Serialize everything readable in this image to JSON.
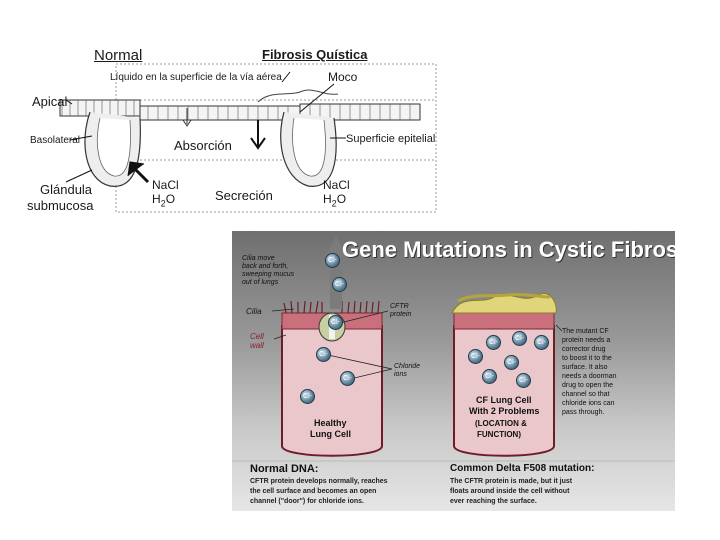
{
  "top_diagram": {
    "title_normal": "Normal",
    "title_cf": "Fibrosis Quística",
    "liquid_label": "Líquido en la superficie de la vía aérea",
    "mucus_label": "Moco",
    "apical_label": "Apical",
    "basolateral_label": "Basolateral",
    "absorption_label": "Absorción",
    "epithelial_label": "Superficie epitelial",
    "gland_label_line1": "Glándula",
    "gland_label_line2": "submucosa",
    "nacl_left": "NaCl",
    "h2o_left": "H",
    "h2o_left_sub": "2",
    "h2o_left_end": "O",
    "secretion_label": "Secreción",
    "nacl_right": "NaCl",
    "h2o_right": "H",
    "h2o_right_sub": "2",
    "h2o_right_end": "O"
  },
  "bottom_diagram": {
    "title": "Gene Mutations in Cystic Fibrosis",
    "cilia_note": [
      "Cilia move",
      "back and forth,",
      "sweeping mucus",
      "out of lungs"
    ],
    "cilia_label": "Cilia",
    "cell_wall_label": [
      "Cell",
      "wall"
    ],
    "cftr_label": [
      "CFTR",
      "protein"
    ],
    "chloride_label": [
      "Chloride",
      "ions"
    ],
    "healthy_label": [
      "Healthy",
      "Lung Cell"
    ],
    "cf_cell_label": [
      "CF Lung Cell",
      "With 2 Problems",
      "(LOCATION &",
      "FUNCTION)"
    ],
    "mutant_note": [
      "The mutant CF",
      "protein needs a",
      "corrector drug",
      "to boost it to the",
      "surface. It also",
      "needs a doorman",
      "drug to open the",
      "channel so that",
      "chloride ions can",
      "pass through."
    ],
    "normal_dna_title": "Normal DNA:",
    "normal_dna_text": [
      "CFTR protein develops normally, reaches",
      "the cell surface and becomes an open",
      "channel (\"door\") for chloride ions."
    ],
    "delta_title": "Common Delta F508 mutation:",
    "delta_text": [
      "The CFTR protein is made, but it just",
      "floats around inside the cell without",
      "ever reaching the surface."
    ],
    "ion_symbol": "Cl-"
  }
}
